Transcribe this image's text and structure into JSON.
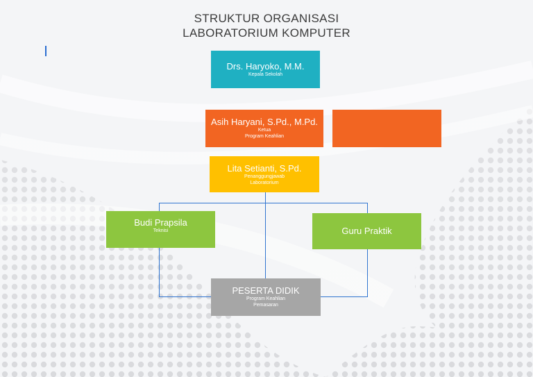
{
  "header": {
    "title_line1": "STRUKTUR ORGANISASI",
    "title_line2": "LABORATORIUM KOMPUTER"
  },
  "org": {
    "kepala": {
      "name": "Drs. Haryoko, M.M.",
      "role": "Kepala Sekolah",
      "color": "#1fb0c2"
    },
    "ketua": {
      "name": "Asih Haryani, S.Pd., M.Pd.",
      "role_line1": "Ketua",
      "role_line2": "Program Keahlian",
      "color": "#f26522"
    },
    "side_box": {
      "name": "",
      "color": "#f26522"
    },
    "penanggungjawab": {
      "name": "Lita Setianti, S.Pd.",
      "role_line1": "Penanggungjawab",
      "role_line2": "Laboratorium",
      "color": "#ffc000"
    },
    "teknisi": {
      "name": "Budi Prapsila",
      "role": "Teknisi",
      "color": "#8dc63f"
    },
    "guru": {
      "name": "Guru Praktik",
      "color": "#8dc63f"
    },
    "peserta": {
      "name": "PESERTA DIDIK",
      "role_line1": "Program Keahlian",
      "role_line2": "Pemasaran",
      "color": "#a6a6a6"
    }
  },
  "connector_color": "#2f74d0"
}
